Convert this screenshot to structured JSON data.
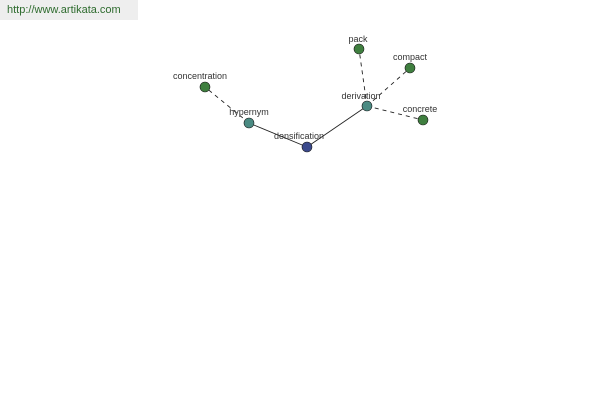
{
  "source_link": "http://www.artikata.com",
  "colors": {
    "central_node": "#3b4a8c",
    "mid_node": "#4a8a82",
    "leaf_node": "#3f7f3f",
    "edge": "#222222"
  },
  "graph": {
    "nodes": [
      {
        "id": "densification",
        "label": "densification",
        "kind": "central"
      },
      {
        "id": "hypernym",
        "label": "hypernym",
        "kind": "relation"
      },
      {
        "id": "concentration",
        "label": "concentration",
        "kind": "term"
      },
      {
        "id": "derivation",
        "label": "derivation",
        "kind": "relation"
      },
      {
        "id": "pack",
        "label": "pack",
        "kind": "term"
      },
      {
        "id": "compact",
        "label": "compact",
        "kind": "term"
      },
      {
        "id": "concrete",
        "label": "concrete",
        "kind": "term"
      }
    ],
    "edges": [
      {
        "from": "densification",
        "to": "hypernym",
        "style": "solid"
      },
      {
        "from": "densification",
        "to": "derivation",
        "style": "solid"
      },
      {
        "from": "hypernym",
        "to": "concentration",
        "style": "dashed"
      },
      {
        "from": "derivation",
        "to": "pack",
        "style": "dashed"
      },
      {
        "from": "derivation",
        "to": "compact",
        "style": "dashed"
      },
      {
        "from": "derivation",
        "to": "concrete",
        "style": "dashed"
      }
    ]
  }
}
